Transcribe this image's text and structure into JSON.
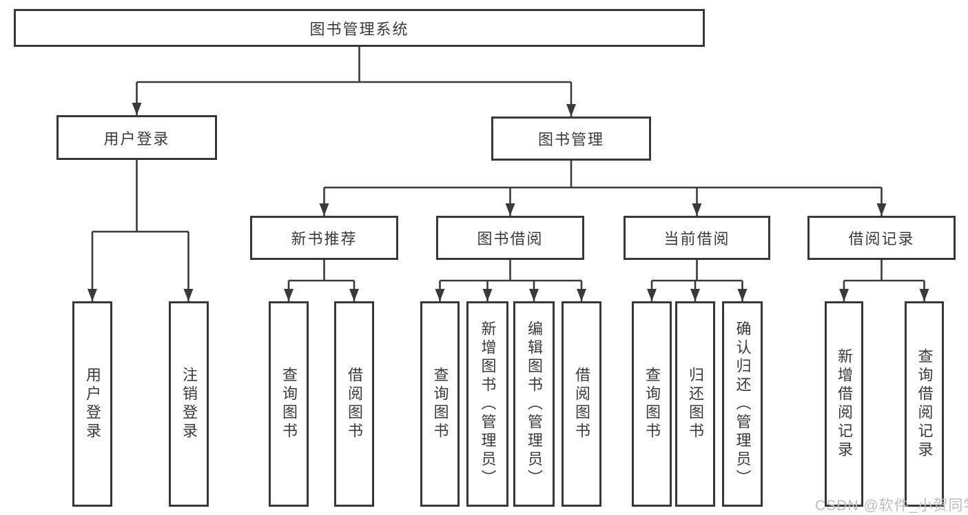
{
  "root": {
    "label": "图书管理系统"
  },
  "level2": [
    {
      "label": "用户登录"
    },
    {
      "label": "图书管理"
    }
  ],
  "level3": [
    {
      "label": "新书推荐",
      "parent": "图书管理"
    },
    {
      "label": "图书借阅",
      "parent": "图书管理"
    },
    {
      "label": "当前借阅",
      "parent": "图书管理"
    },
    {
      "label": "借阅记录",
      "parent": "图书管理"
    }
  ],
  "leaves": [
    {
      "label": "用户登录",
      "parent": "用户登录"
    },
    {
      "label": "注销登录",
      "parent": "用户登录"
    },
    {
      "label": "查询图书",
      "parent": "新书推荐"
    },
    {
      "label": "借阅图书",
      "parent": "新书推荐"
    },
    {
      "label": "查询图书",
      "parent": "图书借阅"
    },
    {
      "label": "新增图书（管理员）",
      "parent": "图书借阅"
    },
    {
      "label": "编辑图书（管理员）",
      "parent": "图书借阅"
    },
    {
      "label": "借阅图书",
      "parent": "图书借阅"
    },
    {
      "label": "查询图书",
      "parent": "当前借阅"
    },
    {
      "label": "归还图书",
      "parent": "当前借阅"
    },
    {
      "label": "确认归还（管理员）",
      "parent": "当前借阅"
    },
    {
      "label": "新增借阅记录",
      "parent": "借阅记录"
    },
    {
      "label": "查询借阅记录",
      "parent": "借阅记录"
    }
  ],
  "watermark": "CSDN @软件_小贺同学",
  "colors": {
    "line": "#3a3a3a",
    "text": "#3a3a3a",
    "border": "#383838",
    "background": "#ffffff",
    "watermark": "#bdbdbd"
  }
}
